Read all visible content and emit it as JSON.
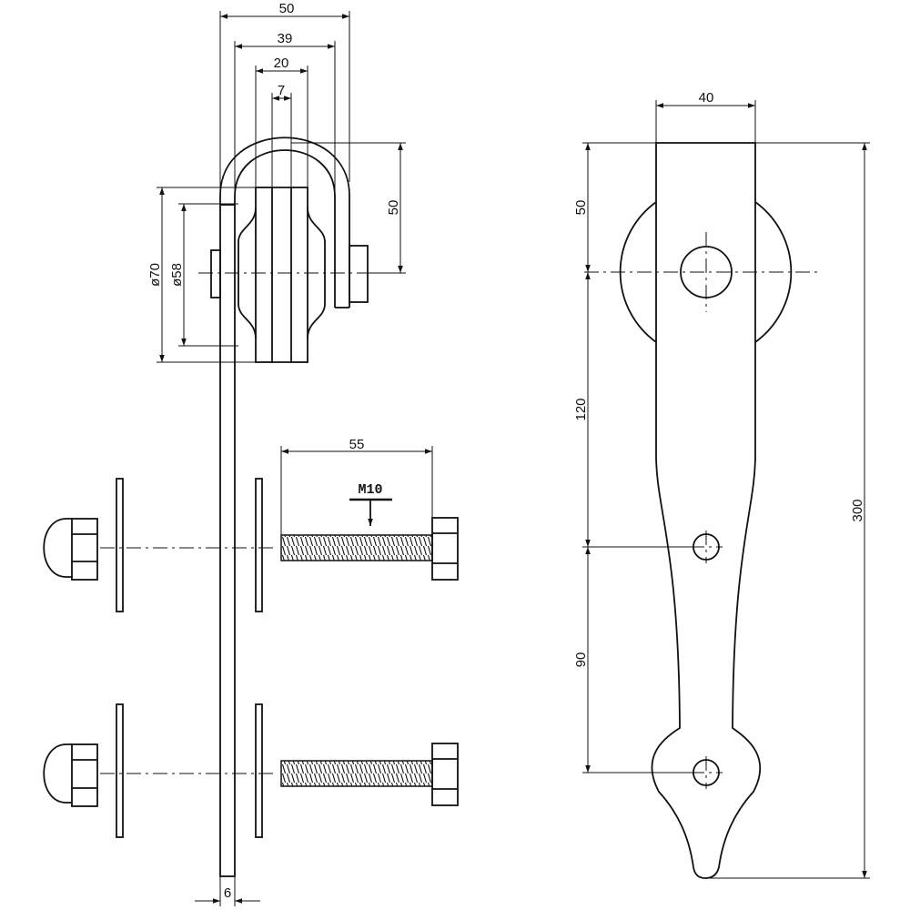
{
  "dimensions": {
    "hanger_overall_width": "50",
    "strap_outer_width": "39",
    "wheel_width": "20",
    "groove_width": "7",
    "wheel_height": "50",
    "wheel_outer_diameter": "ø70",
    "wheel_inner_diameter": "ø58",
    "bolt_length": "55",
    "strap_thickness": "6",
    "strap_width": "40",
    "top_to_axle": "50",
    "axle_to_hole": "120",
    "hole_to_hole": "90",
    "overall_length": "300"
  },
  "labels": {
    "thread_spec": "M10"
  }
}
